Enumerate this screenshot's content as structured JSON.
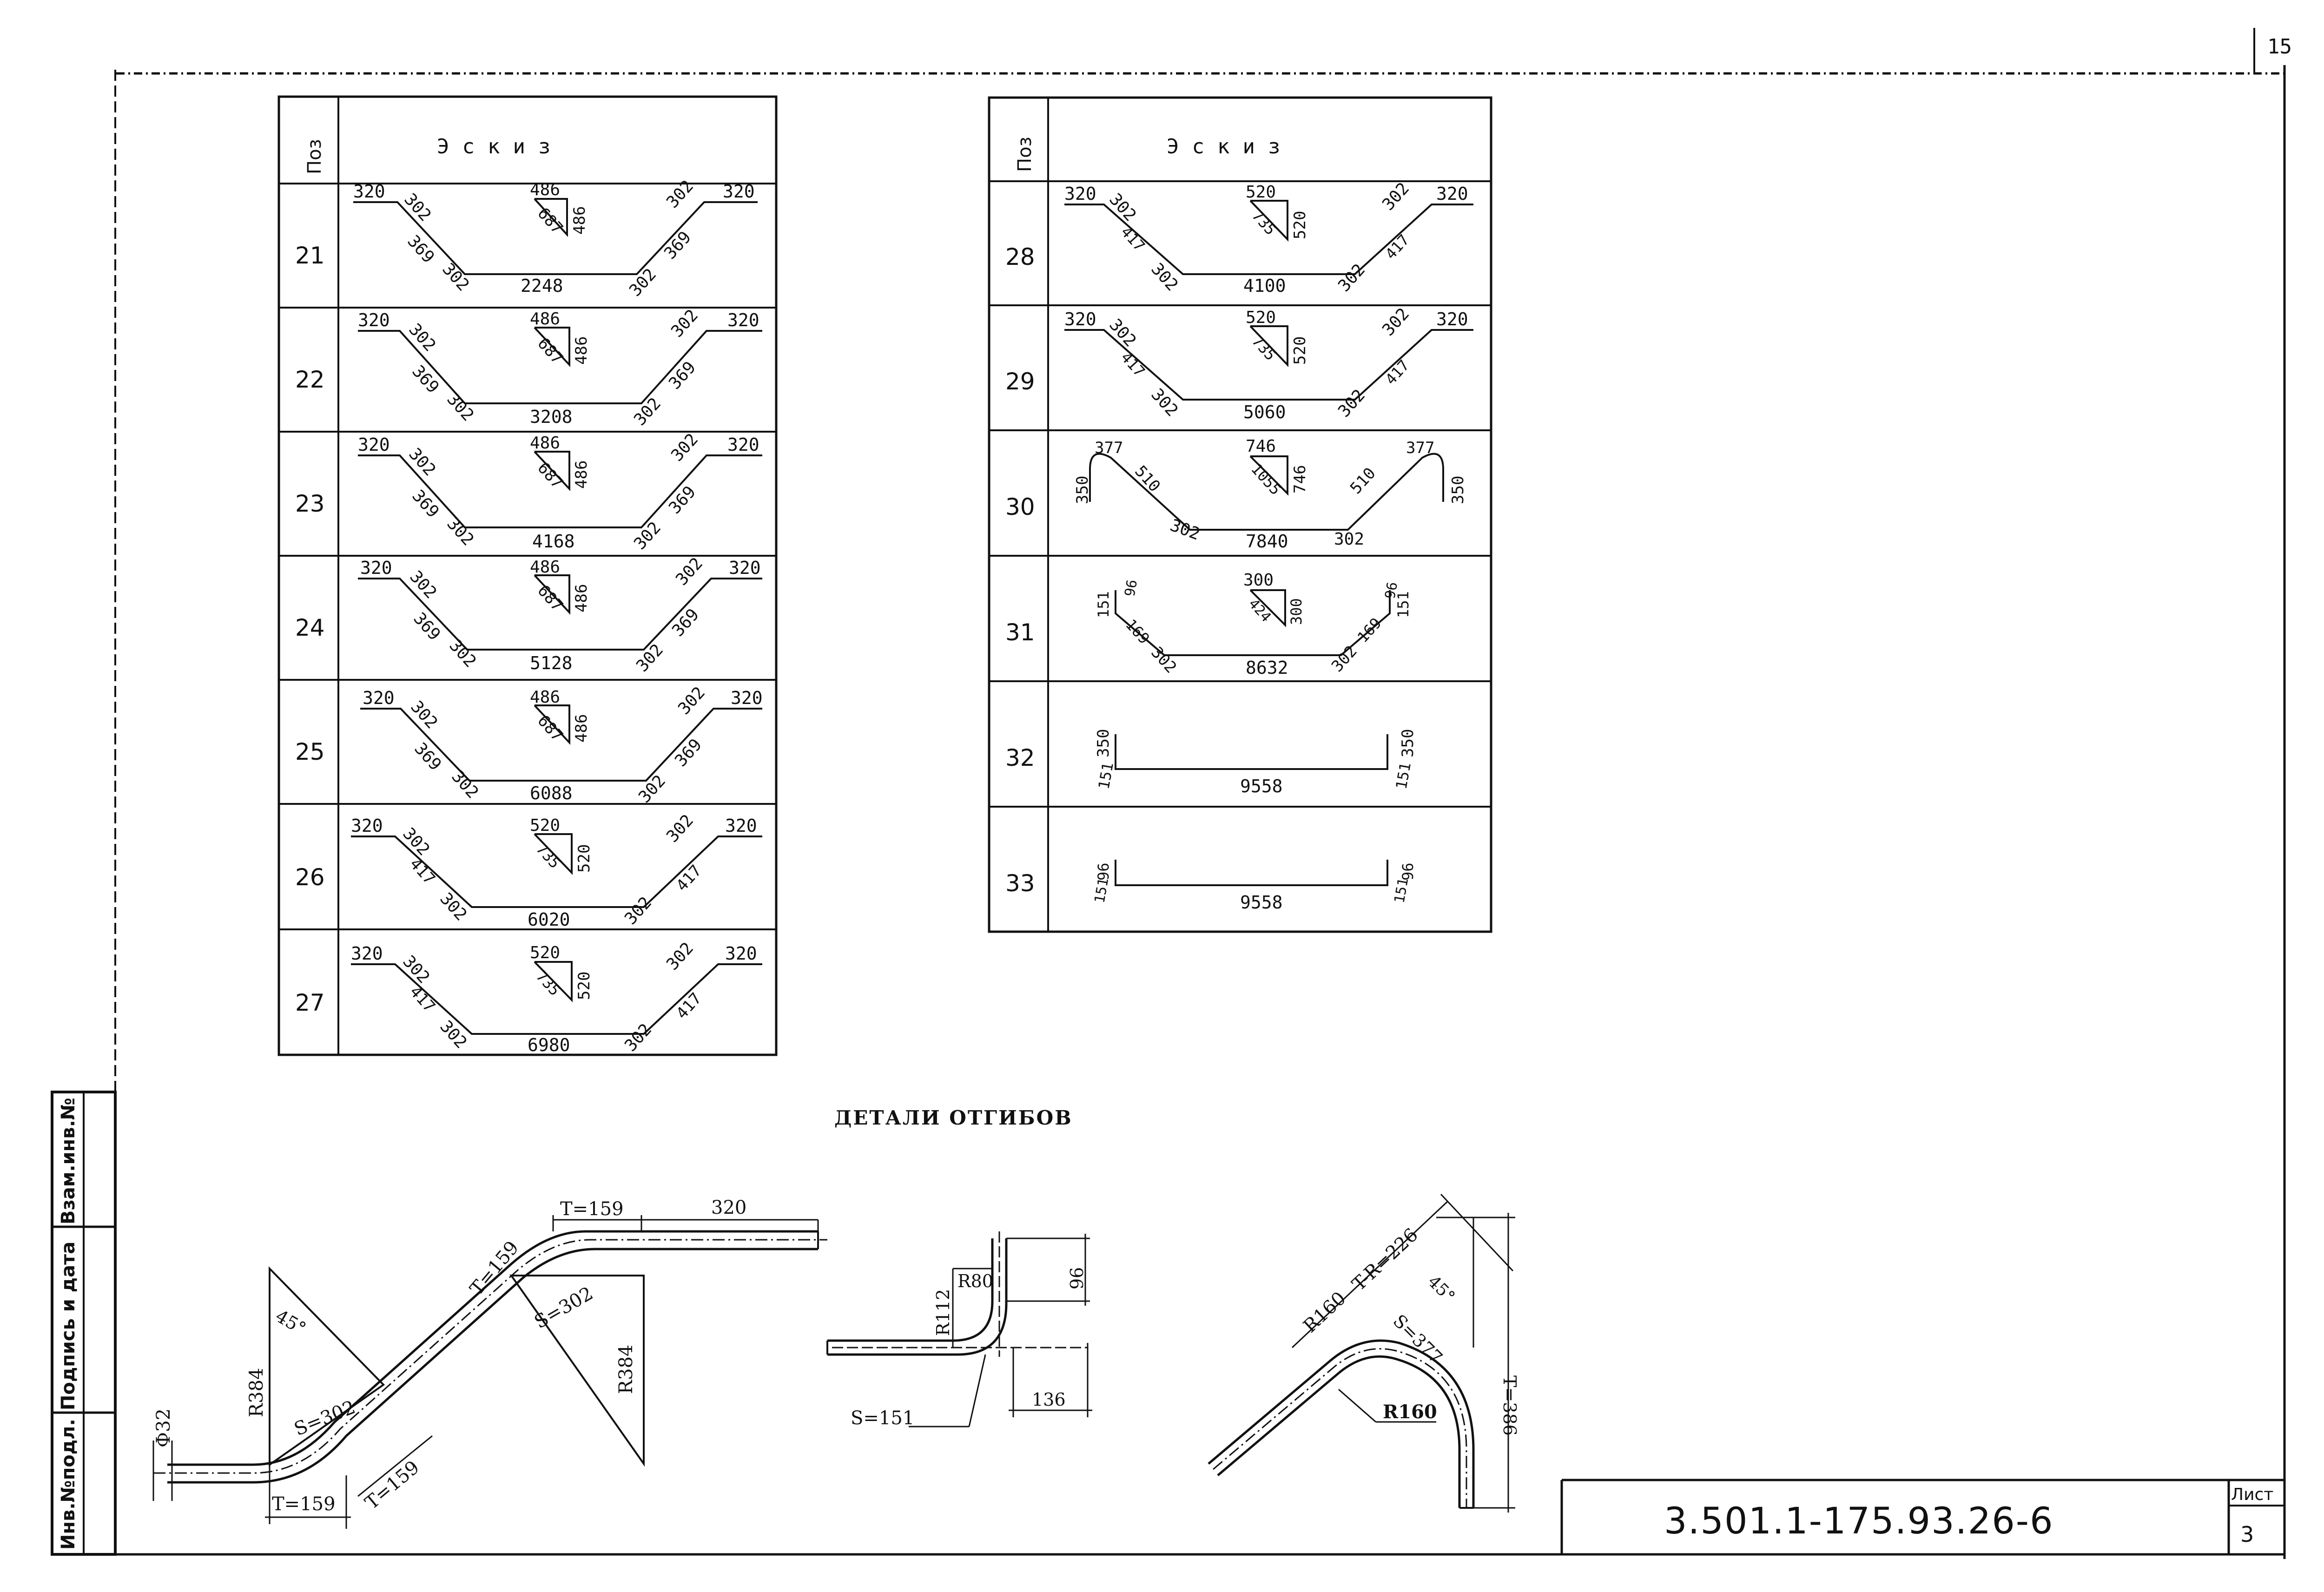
{
  "page_number": "15",
  "tables": [
    {
      "header": {
        "pos": "Поз",
        "sketch": "Эскиз"
      },
      "rows": [
        {
          "pos": "21",
          "length": "2248"
        },
        {
          "pos": "22",
          "length": "3208"
        },
        {
          "pos": "23",
          "length": "4168"
        },
        {
          "pos": "24",
          "length": "5128"
        },
        {
          "pos": "25",
          "length": "6088"
        },
        {
          "pos": "26",
          "length": "6020"
        },
        {
          "pos": "27",
          "length": "6980"
        }
      ]
    },
    {
      "header": {
        "pos": "Поз",
        "sketch": "Эскиз"
      },
      "rows": [
        {
          "pos": "28",
          "length": "4100"
        },
        {
          "pos": "29",
          "length": "5060"
        },
        {
          "pos": "30",
          "length": "7840"
        },
        {
          "pos": "31",
          "length": "8632"
        },
        {
          "pos": "32",
          "length": "9558"
        },
        {
          "pos": "33",
          "length": "9558"
        }
      ]
    }
  ],
  "sketch_labels": {
    "a_outer": "320",
    "a_slope": "302",
    "a_diag": "369",
    "a_rise": "486",
    "a_hyp": "687",
    "b_rise": "520",
    "b_hyp": "735",
    "b_diag": "417",
    "c_end": "350",
    "c_arc": "377",
    "c_diag": "510",
    "c_rise": "746",
    "c_hyp": "1055",
    "d_end": "151",
    "d_hook": "96",
    "d_diag": "169",
    "d_rise": "300",
    "d_hyp": "424",
    "e_end": "350",
    "e_hook": "151",
    "f_end": "96",
    "f_hook": "151"
  },
  "details": {
    "title": "ДЕТАЛИ ОТГИБОВ",
    "dia": "Ф32",
    "t1": "T=159",
    "t2": "T=159",
    "t3": "T=159",
    "t4": "T=159",
    "s1": "S=302",
    "s2": "S=302",
    "r1": "R384",
    "r2": "R384",
    "ang1": "45°",
    "len320": "320",
    "r112": "R112",
    "r80": "R80",
    "d96": "96",
    "d136": "136",
    "s151": "S=151",
    "r160a": "R160",
    "r160b": "R160",
    "tr226": "T-R=226",
    "ang2": "45°",
    "s377": "S=377",
    "t386": "T=386"
  },
  "side_stamp": {
    "inv": "Инв.№подл.",
    "sign": "Подпись и дата",
    "vzam": "Взам.инв.№"
  },
  "title_block": {
    "code": "3.501.1-175.93.26-6",
    "sheet_label": "Лист",
    "sheet_no": "3"
  }
}
